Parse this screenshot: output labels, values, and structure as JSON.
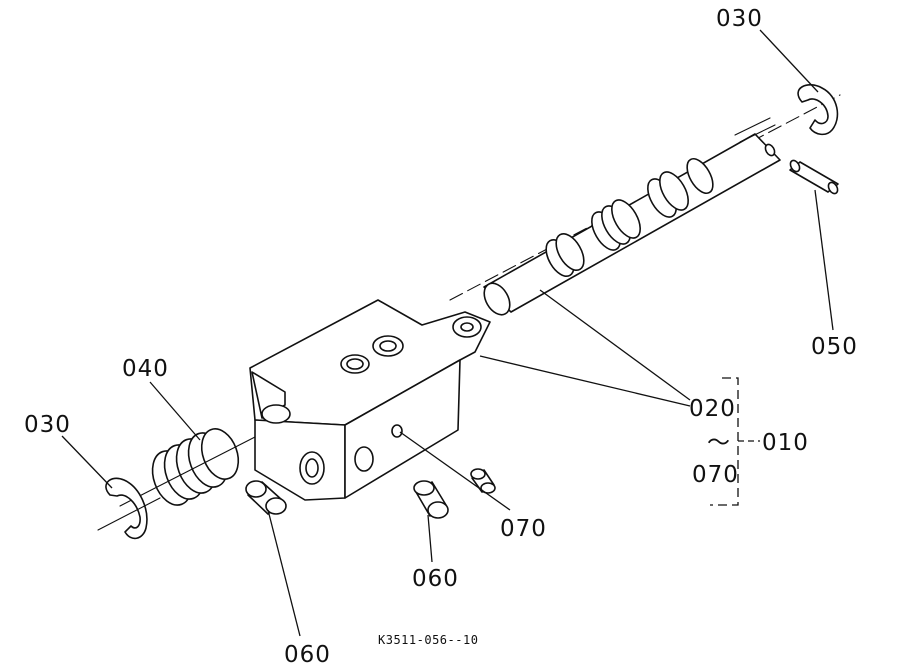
{
  "labels": {
    "l010": "010",
    "l020": "020",
    "l030_top": "030",
    "l030_left": "030",
    "l040": "040",
    "l050": "050",
    "l060_mid": "060",
    "l060_bottom": "060",
    "l070_right": "070",
    "l070_range": "070",
    "range_symbol": "〜"
  },
  "drawing_code": "K3511-056--10"
}
